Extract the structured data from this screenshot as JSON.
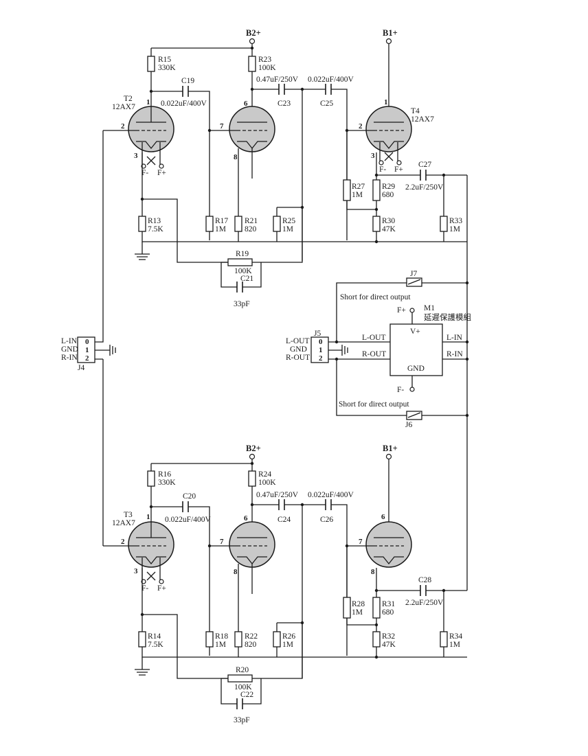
{
  "rails": {
    "b2plus": "B2+",
    "b1plus": "B1+"
  },
  "tubes": {
    "t2": {
      "ref": "T2",
      "type": "12AX7"
    },
    "t4": {
      "ref": "T4",
      "type": "12AX7"
    },
    "t3": {
      "ref": "T3",
      "type": "12AX7"
    }
  },
  "pins": {
    "p1": "1",
    "p2": "2",
    "p3": "3",
    "p6": "6",
    "p7": "7",
    "p8": "8"
  },
  "heater": {
    "fminus": "F-",
    "fplus": "F+"
  },
  "top": {
    "r15": {
      "ref": "R15",
      "val": "330K"
    },
    "r23": {
      "ref": "R23",
      "val": "100K"
    },
    "c19": {
      "ref": "C19",
      "val": "0.022uF/400V"
    },
    "c23": {
      "ref": "C23",
      "val": "0.47uF/250V"
    },
    "c25": {
      "ref": "C25",
      "val": "0.022uF/400V"
    },
    "r27": {
      "ref": "R27",
      "val": "1M"
    },
    "r29": {
      "ref": "R29",
      "val": "680"
    },
    "c27": {
      "ref": "C27",
      "val": "2.2uF/250V"
    },
    "r13": {
      "ref": "R13",
      "val": "7.5K"
    },
    "r17": {
      "ref": "R17",
      "val": "1M"
    },
    "r21": {
      "ref": "R21",
      "val": "820"
    },
    "r25": {
      "ref": "R25",
      "val": "1M"
    },
    "r30": {
      "ref": "R30",
      "val": "47K"
    },
    "r33": {
      "ref": "R33",
      "val": "1M"
    },
    "r19": {
      "ref": "R19",
      "val": "100K"
    },
    "c21": {
      "ref": "C21",
      "val": "33pF"
    }
  },
  "bottom": {
    "r16": {
      "ref": "R16",
      "val": "330K"
    },
    "r24": {
      "ref": "R24",
      "val": "100K"
    },
    "c20": {
      "ref": "C20",
      "val": "0.022uF/400V"
    },
    "c24": {
      "ref": "C24",
      "val": "0.47uF/250V"
    },
    "c26": {
      "ref": "C26",
      "val": "0.022uF/400V"
    },
    "r28": {
      "ref": "R28",
      "val": "1M"
    },
    "r31": {
      "ref": "R31",
      "val": "680"
    },
    "c28": {
      "ref": "C28",
      "val": "2.2uF/250V"
    },
    "r14": {
      "ref": "R14",
      "val": "7.5K"
    },
    "r18": {
      "ref": "R18",
      "val": "1M"
    },
    "r22": {
      "ref": "R22",
      "val": "820"
    },
    "r26": {
      "ref": "R26",
      "val": "1M"
    },
    "r32": {
      "ref": "R32",
      "val": "47K"
    },
    "r34": {
      "ref": "R34",
      "val": "1M"
    },
    "r20": {
      "ref": "R20",
      "val": "100K"
    },
    "c22": {
      "ref": "C22",
      "val": "33pF"
    }
  },
  "j4": {
    "ref": "J4",
    "l_in": "L-IN",
    "gnd": "GND",
    "r_in": "R-IN",
    "p0": "0",
    "p1": "1",
    "p2": "2"
  },
  "j5": {
    "ref": "J5",
    "l_out": "L-OUT",
    "gnd": "GND",
    "r_out": "R-OUT",
    "p0": "0",
    "p1": "1",
    "p2": "2"
  },
  "j7": {
    "ref": "J7",
    "note": "Short for direct output"
  },
  "j6": {
    "ref": "J6",
    "note": "Short for direct output"
  },
  "m1": {
    "ref": "M1",
    "name": "延遲保護模組",
    "fplus": "F+",
    "fminus": "F-",
    "vplus": "V+",
    "gnd": "GND",
    "l_out": "L-OUT",
    "r_out": "R-OUT",
    "l_in": "L-IN",
    "r_in": "R-IN"
  }
}
